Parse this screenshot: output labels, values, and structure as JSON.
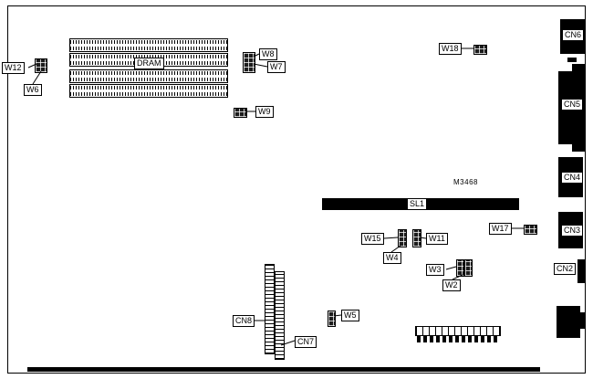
{
  "labels": {
    "dram": "DRAM",
    "w12": "W12",
    "w6": "W6",
    "w8": "W8",
    "w7": "W7",
    "w9": "W9",
    "w18": "W18",
    "w17": "W17",
    "w15": "W15",
    "w11": "W11",
    "w4": "W4",
    "w3": "W3",
    "w2": "W2",
    "w5": "W5",
    "cn8": "CN8",
    "cn7": "CN7",
    "cn6": "CN6",
    "cn5": "CN5",
    "cn4": "CN4",
    "cn3": "CN3",
    "cn2": "CN2",
    "sl1": "SL1",
    "m3468": "M3468"
  },
  "colors": {
    "ink": "#000000",
    "connector_fill": "#000000",
    "background": "#ffffff"
  }
}
